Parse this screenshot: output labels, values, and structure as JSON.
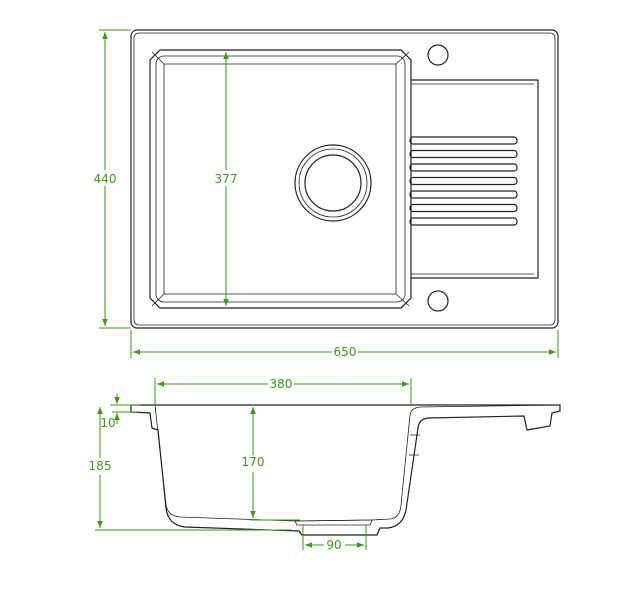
{
  "title": "Sink technical drawing",
  "colors": {
    "dimension": "#3a9a1a",
    "outline": "#222222"
  },
  "top_view": {
    "overall_depth": "440",
    "bowl_length": "377",
    "overall_width": "650"
  },
  "section_view": {
    "bowl_width": "380",
    "rim_thickness": "10",
    "overall_height": "185",
    "bowl_depth": "170",
    "drain_diameter": "90"
  }
}
